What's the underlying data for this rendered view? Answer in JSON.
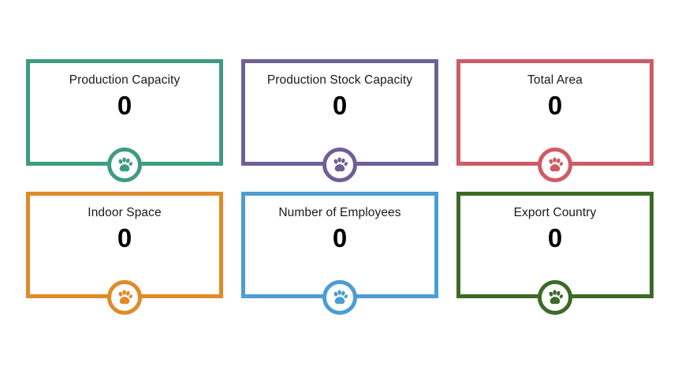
{
  "page": {
    "background_color": "#FFFFFF",
    "layout": "2-row by 3-column stat card grid"
  },
  "cards": [
    {
      "title": "Production Capacity",
      "value": "0",
      "color": "#3E9B82",
      "color_name": "teal",
      "icon": "paw-print-icon"
    },
    {
      "title": "Production Stock Capacity",
      "value": "0",
      "color": "#6F5F96",
      "color_name": "purple",
      "icon": "paw-print-icon"
    },
    {
      "title": "Total Area",
      "value": "0",
      "color": "#CE5B64",
      "color_name": "red",
      "icon": "paw-print-icon"
    },
    {
      "title": "Indoor Space",
      "value": "0",
      "color": "#E08A28",
      "color_name": "orange",
      "icon": "paw-print-icon"
    },
    {
      "title": "Number of Employees",
      "value": "0",
      "color": "#4C9DD4",
      "color_name": "blue",
      "icon": "paw-print-icon"
    },
    {
      "title": "Export Country",
      "value": "0",
      "color": "#3B6B26",
      "color_name": "dark-green",
      "icon": "paw-print-icon"
    }
  ]
}
